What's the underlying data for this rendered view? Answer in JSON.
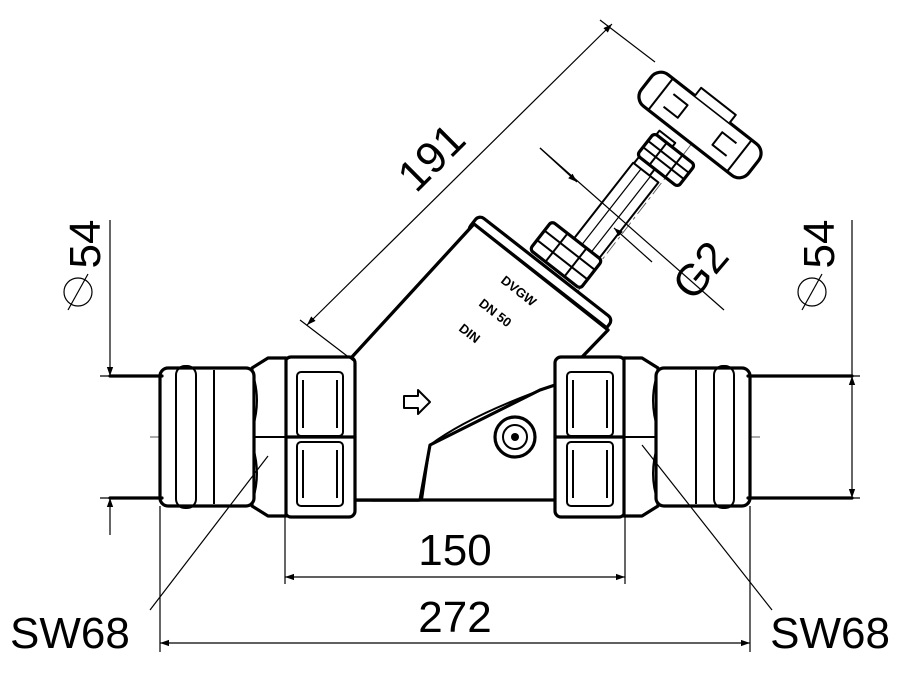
{
  "dimensions": {
    "overall_length": "272",
    "body_length": "150",
    "diagonal_height": "191",
    "thread": "G2",
    "pipe_diameter_left": "54",
    "pipe_diameter_right": "54",
    "wrench_size_left": "SW68",
    "wrench_size_right": "SW68"
  },
  "body_markings": {
    "line1": "DVGW",
    "line2": "DN 50",
    "line3": "DIN"
  },
  "icons": {
    "flow_direction": "flow-arrow-icon",
    "diameter_symbol": "diameter-symbol-icon"
  }
}
